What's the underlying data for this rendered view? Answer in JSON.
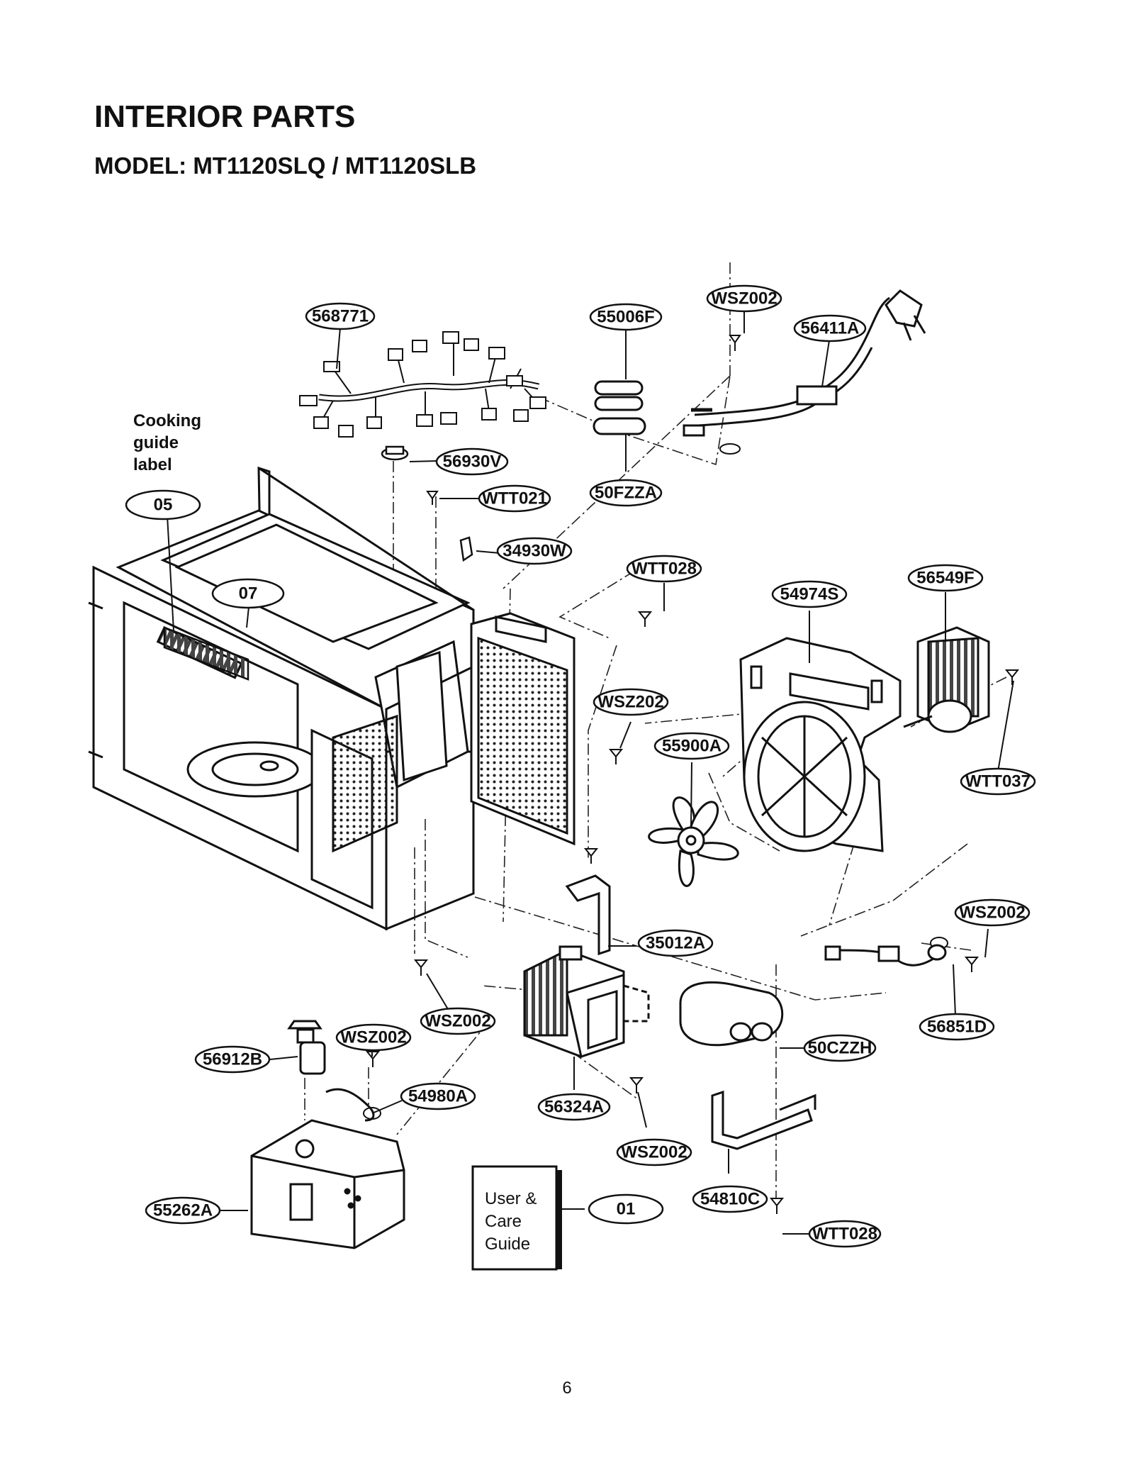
{
  "header": {
    "title": "INTERIOR PARTS",
    "model": "MODEL: MT1120SLQ / MT1120SLB"
  },
  "side_label": {
    "lines": [
      "Cooking",
      "guide",
      "label"
    ]
  },
  "manual": {
    "lines": [
      "User &",
      "Care",
      "Guide"
    ]
  },
  "callouts": [
    "568771",
    "55006F",
    "WSZ002",
    "56411A",
    "56930V",
    "WTT021",
    "50FZZA",
    "05",
    "34930W",
    "07",
    "WTT028",
    "54974S",
    "56549F",
    "WSZ202",
    "55900A",
    "WTT037",
    "WSZ002",
    "35012A",
    "WSZ002",
    "56851D",
    "56912B",
    "WSZ002",
    "50CZZH",
    "54980A",
    "56324A",
    "WSZ002",
    "55262A",
    "01",
    "54810C",
    "WTT028"
  ],
  "footer": {
    "page_number": "6"
  }
}
